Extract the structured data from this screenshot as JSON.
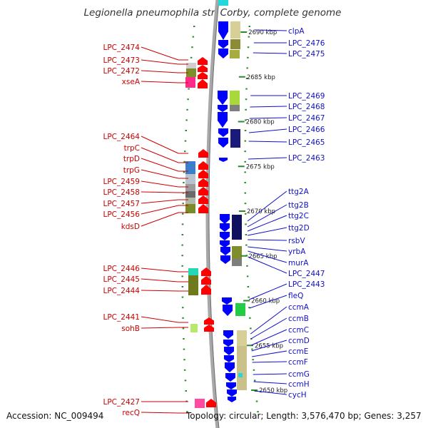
{
  "title": "Legionella pneumophila str. Corby, complete genome",
  "footer": {
    "accession": "Accession: NC_009494",
    "summary": "Topology: circular; Length: 3,576,470 bp; Genes: 3,257"
  },
  "ruler": {
    "unit": "kbp",
    "ticks": [
      {
        "label": "2690 kbp",
        "kbp": 2690
      },
      {
        "label": "2685 kbp",
        "kbp": 2685
      },
      {
        "label": "2680 kbp",
        "kbp": 2680
      },
      {
        "label": "2675 kbp",
        "kbp": 2675
      },
      {
        "label": "2670 kbp",
        "kbp": 2670
      },
      {
        "label": "2665 kbp",
        "kbp": 2665
      },
      {
        "label": "2660 kbp",
        "kbp": 2660
      },
      {
        "label": "2655 kbp",
        "kbp": 2655
      },
      {
        "label": "2650 kbp",
        "kbp": 2650
      }
    ]
  },
  "colors": {
    "reverse_strand_label": "#cc0000",
    "forward_strand_label": "#1010c8",
    "reverse_arrow": "#ff0000",
    "forward_arrow": "#0000ff",
    "backbone": "#a8a8a8",
    "tick": "#2c8a2c"
  },
  "reverse_genes": [
    "LPC_2474",
    "LPC_2473",
    "LPC_2472",
    "xseA",
    "LPC_2464",
    "trpC",
    "trpD",
    "trpG",
    "LPC_2459",
    "LPC_2458",
    "LPC_2457",
    "LPC_2456",
    "kdsD",
    "LPC_2446",
    "LPC_2445",
    "LPC_2444",
    "LPC_2441",
    "sohB",
    "LPC_2427",
    "recQ"
  ],
  "forward_genes": [
    "clpA",
    "LPC_2476",
    "LPC_2475",
    "LPC_2469",
    "LPC_2468",
    "LPC_2467",
    "LPC_2466",
    "LPC_2465",
    "LPC_2463",
    "ttg2A",
    "ttg2B",
    "ttg2C",
    "ttg2D",
    "rsbV",
    "yrbA",
    "murA",
    "LPC_2447",
    "LPC_2443",
    "fleQ",
    "ccmA",
    "ccmB",
    "ccmC",
    "ccmD",
    "ccmE",
    "ccmF",
    "ccmG",
    "ccmH",
    "cycH"
  ]
}
